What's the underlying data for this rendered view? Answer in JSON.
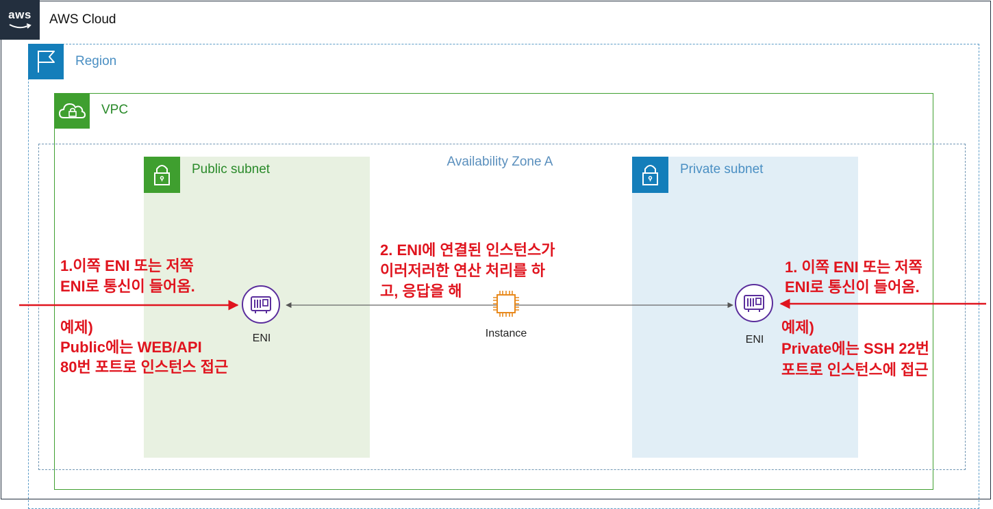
{
  "cloud": {
    "logo_text": "aws",
    "title": "AWS Cloud",
    "logo_icon": "aws-smile-icon"
  },
  "region": {
    "title": "Region",
    "icon": "flag-icon"
  },
  "vpc": {
    "title": "VPC",
    "icon": "cloud-lock-icon"
  },
  "availability_zone": {
    "title": "Availability Zone A"
  },
  "public_subnet": {
    "title": "Public subnet",
    "icon": "padlock-icon"
  },
  "private_subnet": {
    "title": "Private subnet",
    "icon": "padlock-icon"
  },
  "eni_left": {
    "label": "ENI",
    "icon": "network-interface-icon"
  },
  "eni_right": {
    "label": "ENI",
    "icon": "network-interface-icon"
  },
  "instance": {
    "label": "Instance",
    "icon": "ec2-chip-icon"
  },
  "annotations": {
    "left_inbound": "1.이쪽 ENI 또는 저쪽\nENI로 통신이 들어옴.",
    "left_example": "예제)\nPublic에는 WEB/API\n80번 포트로 인스턴스 접근",
    "center": "2. ENI에 연결된 인스턴스가\n이러저러한 연산 처리를 하\n고, 응답을 해",
    "right_inbound": "1. 이쪽 ENI 또는 저쪽\nENI로 통신이 들어옴.",
    "right_example": "예제)\nPrivate에는 SSH 22번\n포트로 인스턴스에 접근"
  },
  "colors": {
    "aws_dark": "#232f3e",
    "region_blue": "#147eba",
    "vpc_green": "#3f9f2f",
    "annotation_red": "#e0141e",
    "eni_purple": "#8c4fff"
  }
}
